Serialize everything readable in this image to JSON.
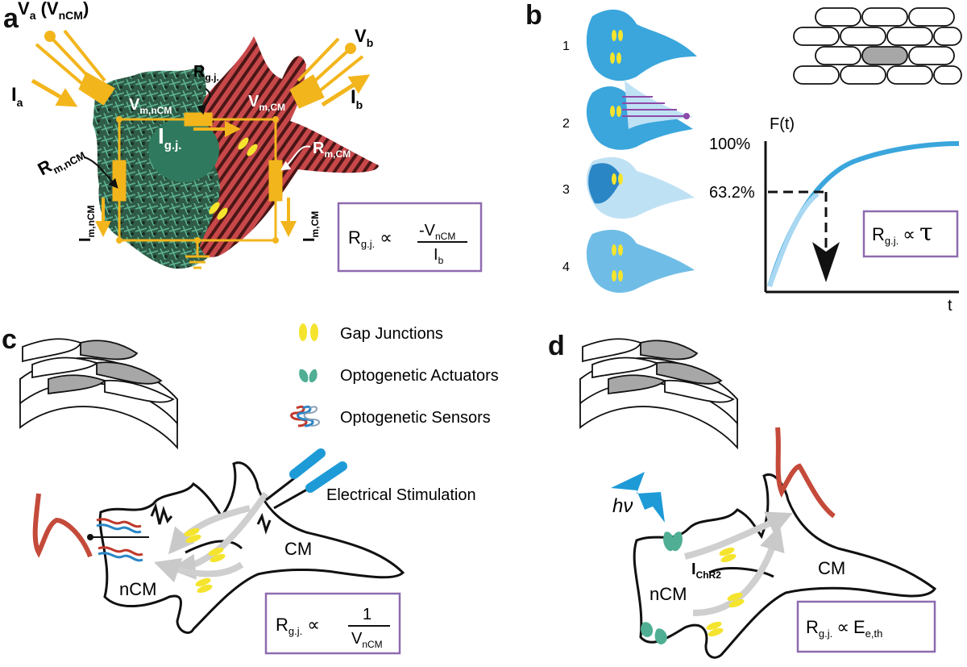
{
  "panels": {
    "a": "a",
    "b": "b",
    "c": "c",
    "d": "d"
  },
  "panel_a": {
    "va_main": "V",
    "va_sub": "a",
    "va_paren_main": " (V",
    "va_paren_sub": "nCM",
    "va_paren_close": ")",
    "vb_main": "V",
    "vb_sub": "b",
    "ia_main": "I",
    "ia_sub": "a",
    "ib_main": "I",
    "ib_sub": "b",
    "vm_ncm_main": "V",
    "vm_ncm_sub": "m,nCM",
    "vm_cm_main": "V",
    "vm_cm_sub": "m,CM",
    "rgj_main": "R",
    "rgj_sub": "g.j.",
    "igj_main": "I",
    "igj_sub": "g.j.",
    "rm_ncm_main": "R",
    "rm_ncm_sub": "m,nCM",
    "rm_cm_main": "R",
    "rm_cm_sub": "m,CM",
    "im_ncm_main": "I",
    "im_ncm_sub": "m,nCM",
    "im_cm_main": "I",
    "im_cm_sub": "m,CM",
    "formula": {
      "lhs_main": "R",
      "lhs_sub": "g.j.",
      "prop": "∝",
      "num_main": "-V",
      "num_sub": "nCM",
      "den_main": "I",
      "den_sub": "b"
    }
  },
  "panel_b": {
    "steps": [
      "1",
      "2",
      "3",
      "4"
    ],
    "y_axis_label": "F(t)",
    "tick_100": "100%",
    "tick_632": "63.2%",
    "x_axis_label": "t",
    "formula": {
      "lhs_main": "R",
      "lhs_sub": "g.j.",
      "prop": "∝",
      "rhs": "τ"
    }
  },
  "legend": {
    "gap_junctions": "Gap Junctions",
    "actuators": "Optogenetic Actuators",
    "sensors": "Optogenetic Sensors"
  },
  "panel_c": {
    "stim_label": "Electrical Stimulation",
    "ncm": "nCM",
    "cm": "CM",
    "formula": {
      "lhs_main": "R",
      "lhs_sub": "g.j.",
      "prop": "∝",
      "num": "1",
      "den_main": "V",
      "den_sub": "nCM"
    }
  },
  "panel_d": {
    "hv": "hν",
    "ichr2_main": "I",
    "ichr2_sub": "ChR2",
    "ncm": "nCM",
    "cm": "CM",
    "formula": {
      "lhs_main": "R",
      "lhs_sub": "g.j.",
      "prop": "∝",
      "rhs_main": "E",
      "rhs_sub": "e,th"
    }
  },
  "colors": {
    "circuit": "#f2b51c",
    "gap_junction": "#f5e42e",
    "actuator": "#4fae93",
    "sensor_red": "#c0392b",
    "sensor_blue": "#2b86c5",
    "stim_blue": "#1e9bd7",
    "cell_blue": "#3aa6dc",
    "box_border": "#8e6bb0",
    "trace_red": "#c44a3a"
  }
}
